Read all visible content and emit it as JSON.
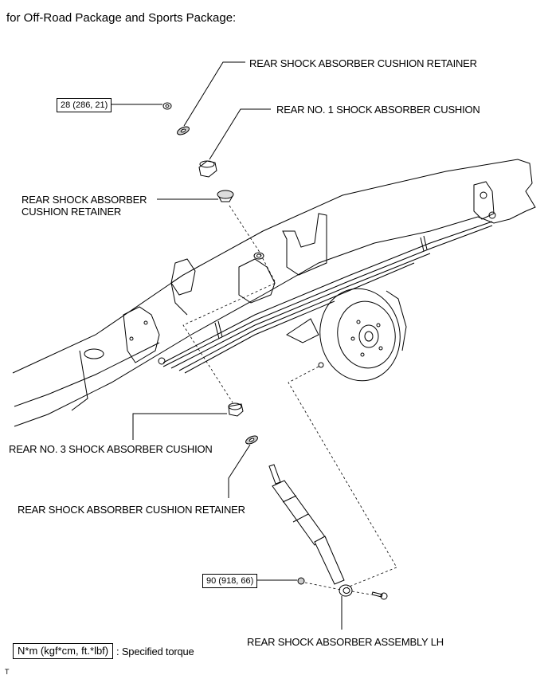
{
  "title": "for Off-Road Package and Sports Package:",
  "labels": {
    "retainer_top": "REAR SHOCK ABSORBER CUSHION RETAINER",
    "cushion_no1": "REAR NO. 1 SHOCK ABSORBER CUSHION",
    "retainer_mid_line1": "REAR SHOCK ABSORBER",
    "retainer_mid_line2": "CUSHION RETAINER",
    "cushion_no3": "REAR NO. 3 SHOCK ABSORBER CUSHION",
    "retainer_bottom": "REAR SHOCK ABSORBER CUSHION RETAINER",
    "assembly": "REAR SHOCK ABSORBER ASSEMBLY LH"
  },
  "torques": {
    "top_nut": "28 (286, 21)",
    "bottom_nut": "90 (918, 66)"
  },
  "legend": {
    "unit": "N*m (kgf*cm, ft.*lbf)",
    "description": ": Specified torque"
  },
  "footer_mark": "T"
}
